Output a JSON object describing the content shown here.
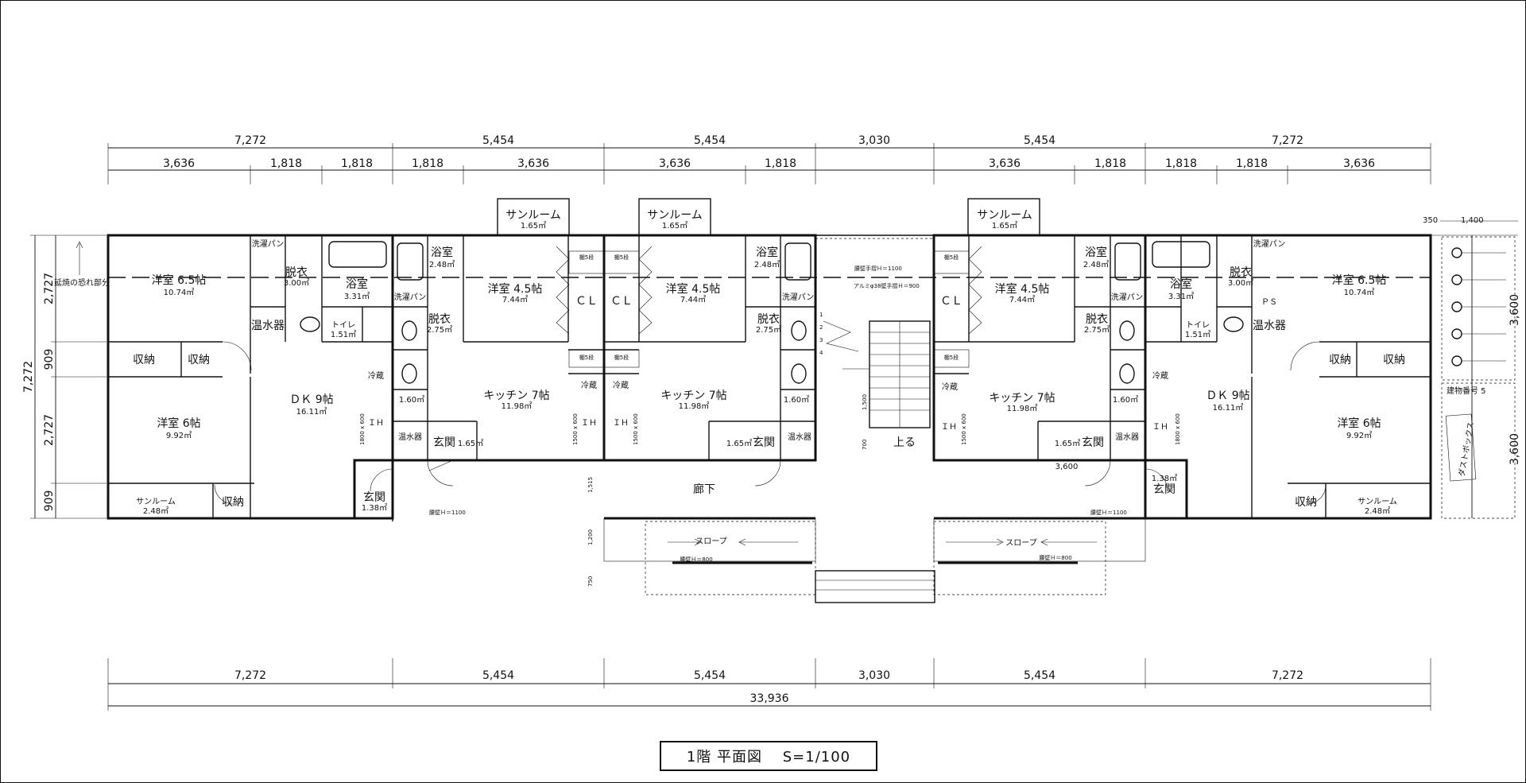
{
  "drawing": {
    "title": "1階 平面図　 S=1/100",
    "building_number_label": "建物番号 5",
    "dust_box_label": "ダストボックス",
    "hazard_note": "延焼の恐れ部分"
  },
  "dimensions": {
    "top_outer": [
      "7,272",
      "5,454",
      "5,454",
      "3,030",
      "5,454",
      "7,272"
    ],
    "top_inner": [
      "3,636",
      "1,818",
      "1,818",
      "1,818",
      "3,636",
      "3,636",
      "1,818",
      "3,636",
      "1,818",
      "1,818",
      "1,818",
      "3,636"
    ],
    "bottom_outer": [
      "7,272",
      "5,454",
      "5,454",
      "3,030",
      "5,454",
      "7,272"
    ],
    "bottom_total": "33,936",
    "left_inner": [
      "2,727",
      "909",
      "2,727",
      "909"
    ],
    "left_total": "7,272",
    "right": [
      "350",
      "1,400",
      "3,600",
      "3,600"
    ],
    "corridor_vertical": [
      "1,515",
      "1,200",
      "750"
    ],
    "stair_vertical": [
      "1,500",
      "700"
    ],
    "entrance_width": "3,600"
  },
  "rooms": {
    "western_65": "洋室 6.5帖",
    "western_65_area": "10.74㎡",
    "western_6": "洋室 6帖",
    "western_6_area": "9.92㎡",
    "western_45": "洋室 4.5帖",
    "western_45_area": "7.44㎡",
    "dk": "ＤＫ 9帖",
    "dk_area": "16.11㎡",
    "kitchen": "キッチン 7帖",
    "kitchen_area": "11.98㎡",
    "sunroom": "サンルーム",
    "sunroom_small": "サンルーム",
    "sunroom_area_large": "1.65㎡",
    "sunroom_area_small": "2.48㎡",
    "bath": "浴室",
    "bath_area_a": "3.31㎡",
    "bath_area_b": "2.48㎡",
    "dressing": "脱衣",
    "dressing_area_a": "3.00㎡",
    "dressing_area_b": "2.75㎡",
    "toilet": "トイレ",
    "toilet_area_a": "1.51㎡",
    "toilet_area_b": "1.60㎡",
    "entrance": "玄関",
    "entrance_area_a": "1.65㎡",
    "entrance_area_b": "1.38㎡",
    "storage": "収納",
    "closet": "ＣＬ",
    "water_heater": "温水器",
    "washer": "洗濯パン",
    "fridge": "冷蔵",
    "shelf": "棚5段",
    "ps": "ＰＳ",
    "ih": "ＩＨ",
    "kitchen_size_a": "1800 x 600",
    "kitchen_size_b": "1500 x 600",
    "corridor": "廊下",
    "slope": "スロープ",
    "up": "上る",
    "rail_h800": "腰壁Ｈ＝800",
    "rail_h1100": "腰壁Ｈ＝1100",
    "handrail_h1100": "腰壁手摺Ｈ＝1100",
    "alu_rail": "アルミφ38壁手摺Ｈ＝900",
    "stair_steps": [
      "1",
      "2",
      "3",
      "4"
    ]
  }
}
